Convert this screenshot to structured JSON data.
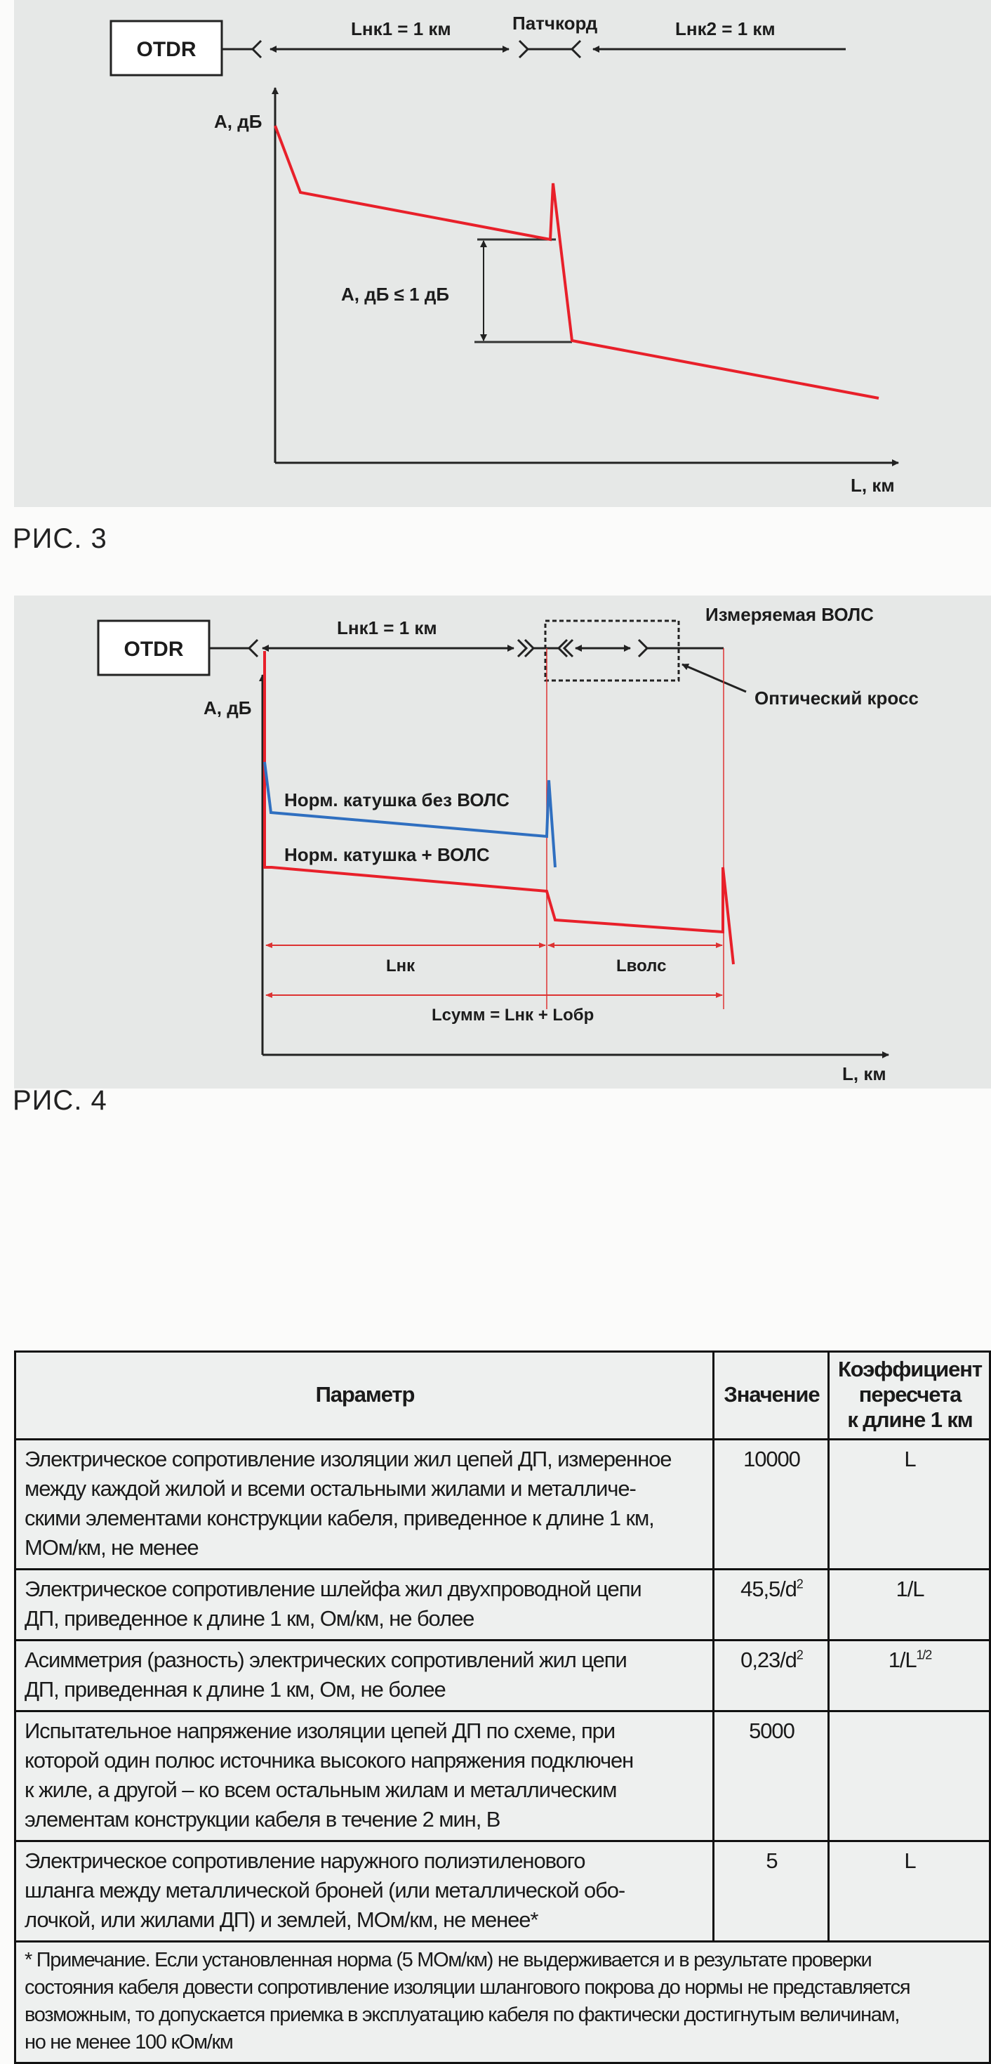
{
  "figure3": {
    "device": "OTDR",
    "segment1": "Lнк1 = 1 км",
    "patchcord": "Патчкорд",
    "segment2": "Lнк2 = 1 км",
    "y_axis": "А, дБ",
    "x_axis": "L, км",
    "loss_label": "А, дБ ≤ 1 дБ",
    "caption": "РИС. 3",
    "trace_color": "#e8202a"
  },
  "figure4": {
    "device": "OTDR",
    "segment1": "Lнк1 = 1 км",
    "measured": "Измеряемая ВОЛС",
    "cross": "Оптический кросс",
    "y_axis": "А, дБ",
    "x_axis": "L, км",
    "legend_blue": "Норм. катушка без ВОЛС",
    "legend_red": "Норм. катушка + ВОЛС",
    "dim_nk": "Lнк",
    "dim_vols": "Lволс",
    "dim_sum": "Lсумм = Lнк + Lобр",
    "caption": "РИС. 4",
    "blue_color": "#2f6fc0",
    "red_color": "#e8202a"
  },
  "table": {
    "headers": [
      "Параметр",
      "Значение",
      [
        "Коэффициент",
        "пересчета",
        "к длине 1 км"
      ]
    ],
    "rows": [
      {
        "param": [
          "Электрическое сопротивление изоляции жил цепей ДП, измеренное",
          "между каждой жилой и всеми остальными жилами и металличе-",
          "скими элементами конструкции кабеля, приведенное к длине 1 км,",
          "МОм/км, не менее"
        ],
        "value": "10000",
        "value_sup": "",
        "coef": "L",
        "coef_sup": ""
      },
      {
        "param": [
          "Электрическое сопротивление шлейфа жил двухпроводной цепи",
          "ДП, приведенное к длине 1 км, Ом/км, не более"
        ],
        "value": "45,5/d",
        "value_sup": "2",
        "coef": "1/L",
        "coef_sup": ""
      },
      {
        "param": [
          "Асимметрия (разность) электрических сопротивлений жил цепи",
          "ДП, приведенная к длине 1 км, Ом, не более"
        ],
        "value": "0,23/d",
        "value_sup": "2",
        "coef": "1/L",
        "coef_sup": "1/2"
      },
      {
        "param": [
          "Испытательное напряжение изоляции цепей ДП по схеме, при",
          "которой один полюс источника высокого напряжения подключен",
          "к жиле, а другой – ко всем остальным жилам и металлическим",
          "элементам конструкции кабеля в течение 2 мин, В"
        ],
        "value": "5000",
        "value_sup": "",
        "coef": "",
        "coef_sup": ""
      },
      {
        "param": [
          "Электрическое сопротивление наружного полиэтиленового",
          "шланга между металлической броней (или металлической обо-",
          "лочкой, или жилами ДП) и землей, МОм/км, не менее*"
        ],
        "value": "5",
        "value_sup": "",
        "coef": "L",
        "coef_sup": ""
      }
    ],
    "note": [
      "* Примечание. Если установленная норма (5 МОм/км) не выдерживается и в результате проверки",
      "состояния кабеля довести сопротивление изоляции шлангового покрова до нормы не представляется",
      "возможным, то допускается приемка в эксплуатацию кабеля по фактически достигнутым величинам,",
      "но не менее 100 кОм/км"
    ]
  }
}
